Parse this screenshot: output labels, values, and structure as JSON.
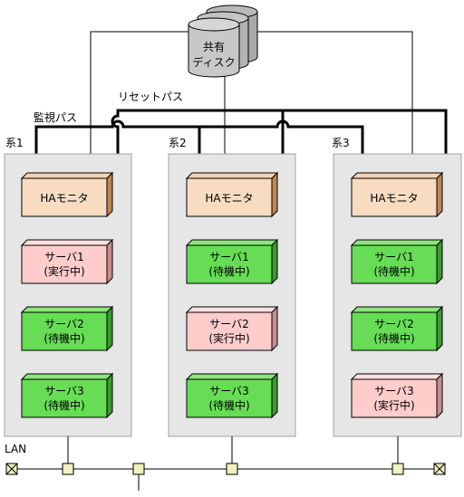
{
  "disk": {
    "label_line1": "共有",
    "label_line2": "ディスク"
  },
  "paths": {
    "reset_label": "リセットパス",
    "monitor_label": "監視パス"
  },
  "lan": {
    "label": "LAN"
  },
  "systems": [
    {
      "label": "系1",
      "ha_label": "HAモニタ",
      "servers": [
        {
          "line1": "サーバ1",
          "line2": "(実行中)",
          "status": "running"
        },
        {
          "line1": "サーバ2",
          "line2": "(待機中)",
          "status": "standby"
        },
        {
          "line1": "サーバ3",
          "line2": "(待機中)",
          "status": "standby"
        }
      ]
    },
    {
      "label": "系2",
      "ha_label": "HAモニタ",
      "servers": [
        {
          "line1": "サーバ1",
          "line2": "(待機中)",
          "status": "standby"
        },
        {
          "line1": "サーバ2",
          "line2": "(実行中)",
          "status": "running"
        },
        {
          "line1": "サーバ3",
          "line2": "(待機中)",
          "status": "standby"
        }
      ]
    },
    {
      "label": "系3",
      "ha_label": "HAモニタ",
      "servers": [
        {
          "line1": "サーバ1",
          "line2": "(待機中)",
          "status": "standby"
        },
        {
          "line1": "サーバ2",
          "line2": "(待機中)",
          "status": "standby"
        },
        {
          "line1": "サーバ3",
          "line2": "(実行中)",
          "status": "running"
        }
      ]
    }
  ],
  "colors": {
    "running": "#ffcccc",
    "standby": "#66dd55",
    "ha_monitor": "#f7dcc2",
    "system_bg": "#e6e6e6",
    "lan_node": "#f2f0c0"
  }
}
